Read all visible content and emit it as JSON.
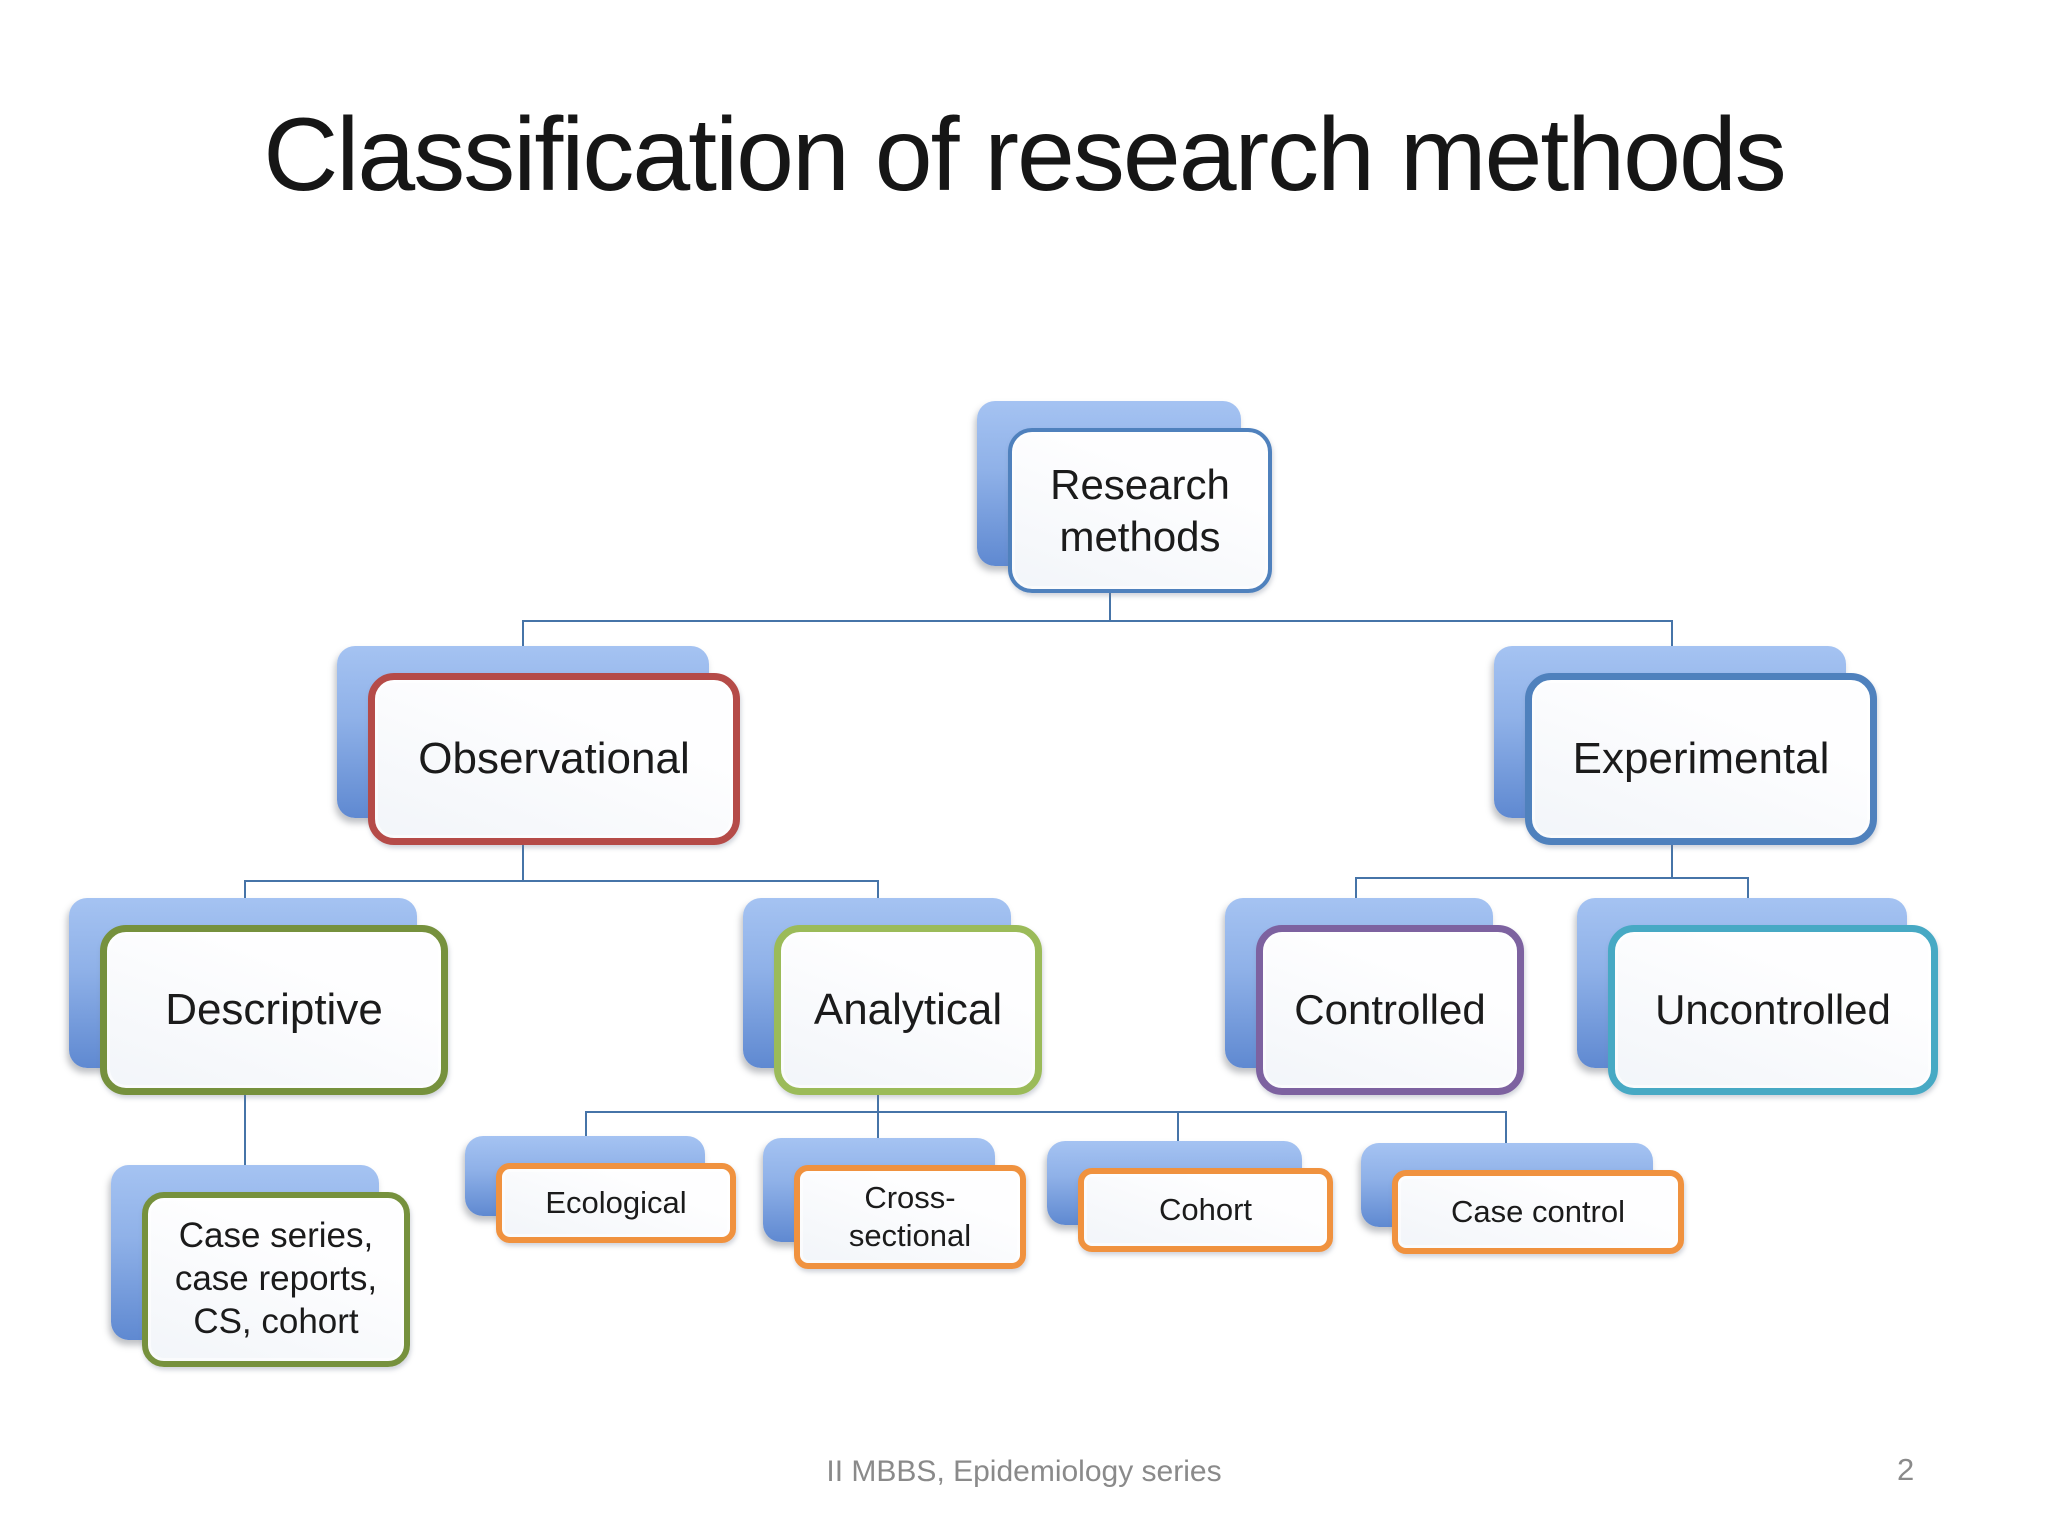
{
  "title": "Classification of research methods",
  "footer": {
    "text": "II MBBS, Epidemiology series",
    "page_number": "2"
  },
  "diagram": {
    "type": "hierarchy",
    "connector_color": "#4674A8",
    "shadow_gradient": {
      "top": "#A5C3F2",
      "bottom": "#5F89D1"
    },
    "nodes": {
      "research_methods": {
        "label": "Research methods",
        "border_color": "#4F81BD",
        "parent": null
      },
      "observational": {
        "label": "Observational",
        "border_color": "#B54B48",
        "parent": "research_methods"
      },
      "experimental": {
        "label": "Experimental",
        "border_color": "#4F81BD",
        "parent": "research_methods"
      },
      "descriptive": {
        "label": "Descriptive",
        "border_color": "#76913D",
        "parent": "observational"
      },
      "analytical": {
        "label": "Analytical",
        "border_color": "#9BBB59",
        "parent": "observational"
      },
      "controlled": {
        "label": "Controlled",
        "border_color": "#7D62A0",
        "parent": "experimental"
      },
      "uncontrolled": {
        "label": "Uncontrolled",
        "border_color": "#47A9C4",
        "parent": "experimental"
      },
      "case_series": {
        "label": "Case series, case reports, CS, cohort",
        "border_color": "#76913D",
        "parent": "descriptive"
      },
      "ecological": {
        "label": "Ecological",
        "border_color": "#F0923F",
        "parent": "analytical"
      },
      "cross_sectional": {
        "label": "Cross-\nsectional",
        "border_color": "#F0923F",
        "parent": "analytical"
      },
      "cohort": {
        "label": "Cohort",
        "border_color": "#F0923F",
        "parent": "analytical"
      },
      "case_control": {
        "label": "Case control",
        "border_color": "#F0923F",
        "parent": "analytical"
      }
    }
  }
}
